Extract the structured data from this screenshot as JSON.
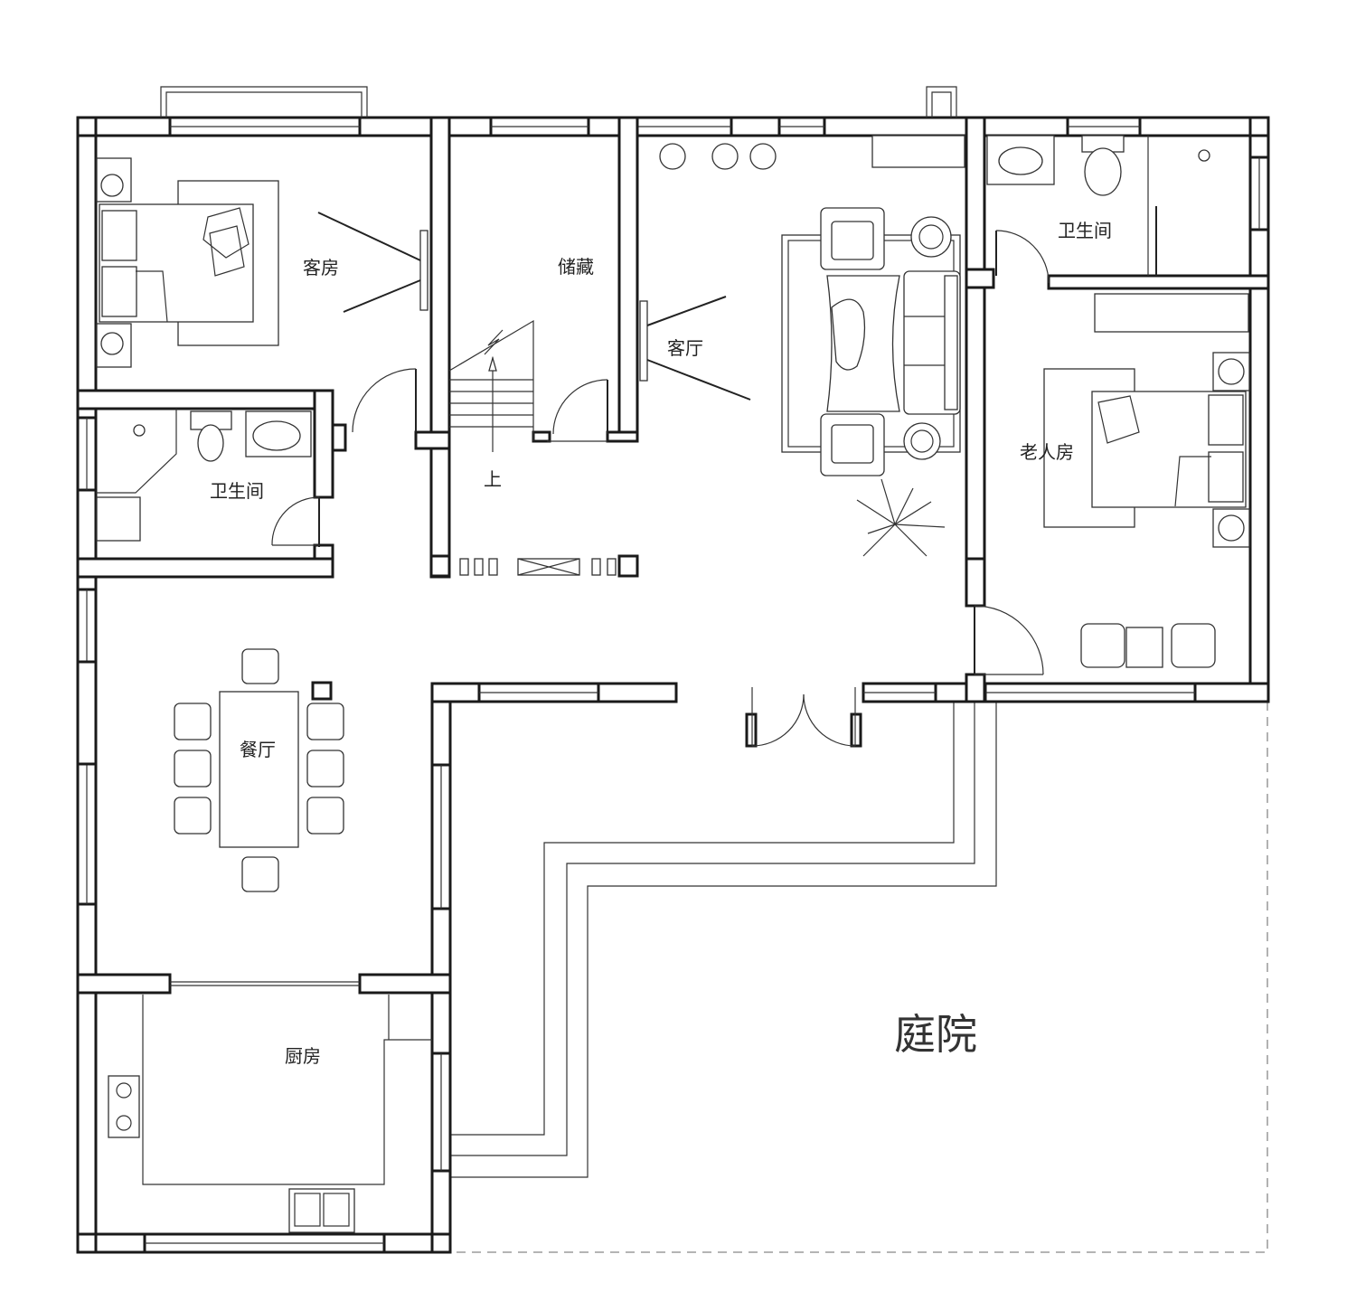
{
  "rooms": {
    "guest_room": "客房",
    "storage": "储藏",
    "living_room": "客厅",
    "bathroom_top_right": "卫生间",
    "elder_room": "老人房",
    "bathroom_left": "卫生间",
    "stair_up": "上",
    "dining_room": "餐厅",
    "kitchen": "厨房",
    "courtyard": "庭院"
  }
}
